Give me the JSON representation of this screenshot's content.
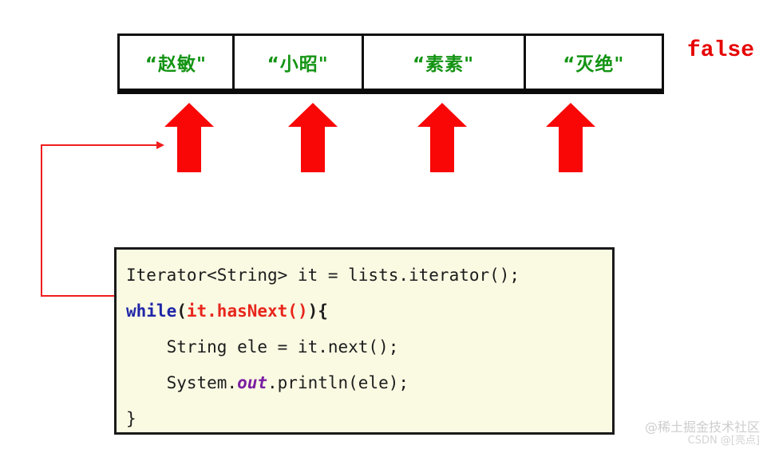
{
  "array": {
    "cells": [
      "“赵敏\"",
      "“小昭\"",
      "“素素\"",
      "“灭绝\""
    ]
  },
  "status": {
    "false_label": "false"
  },
  "code": {
    "lines": [
      [
        {
          "text": "Iterator<String> it = lists.iterator();",
          "style": "plain"
        }
      ],
      [
        {
          "text": "while",
          "style": "keyword"
        },
        {
          "text": "(",
          "style": "boldplain"
        },
        {
          "text": "it.hasNext()",
          "style": "red"
        },
        {
          "text": "){",
          "style": "boldplain"
        }
      ],
      [
        {
          "text": "    String ele = it.next();",
          "style": "plain"
        }
      ],
      [
        {
          "text": "    System.",
          "style": "plain"
        },
        {
          "text": "out",
          "style": "field"
        },
        {
          "text": ".println(ele);",
          "style": "plain"
        }
      ],
      [
        {
          "text": "}",
          "style": "plain"
        }
      ]
    ]
  },
  "watermark": {
    "line1": "@稀土掘金技术社区",
    "line2": "CSDN @[亮点]"
  },
  "colors": {
    "cell_text_green": "#149414",
    "arrow_red": "#f90606",
    "connector_red": "#f11d1d",
    "false_red": "#e60000",
    "keyword_blue": "#1f26a8",
    "call_red": "#e8261c",
    "field_purple": "#7b1fa2",
    "code_background": "#fafae3",
    "border_black": "#0e0e0e"
  }
}
